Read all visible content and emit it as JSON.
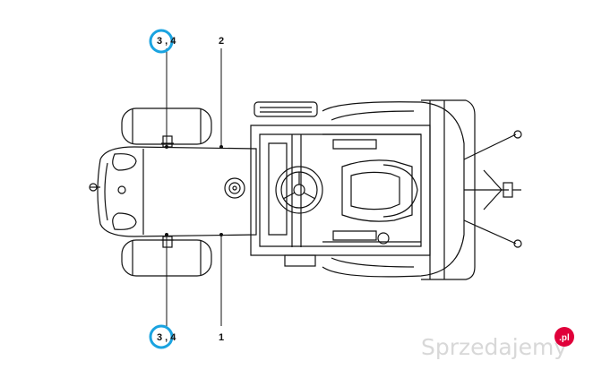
{
  "callouts": {
    "top_left": "3 , 4",
    "top_right": "2",
    "bottom_left": "3 , 4",
    "bottom_right": "1"
  },
  "watermark": {
    "text": "Sprzedajemy",
    "badge": ".pl"
  },
  "colors": {
    "circle_stroke": "#1aa3e0",
    "badge_fill": "#e0003a",
    "line": "#111111",
    "watermark": "#d8d8d8"
  }
}
